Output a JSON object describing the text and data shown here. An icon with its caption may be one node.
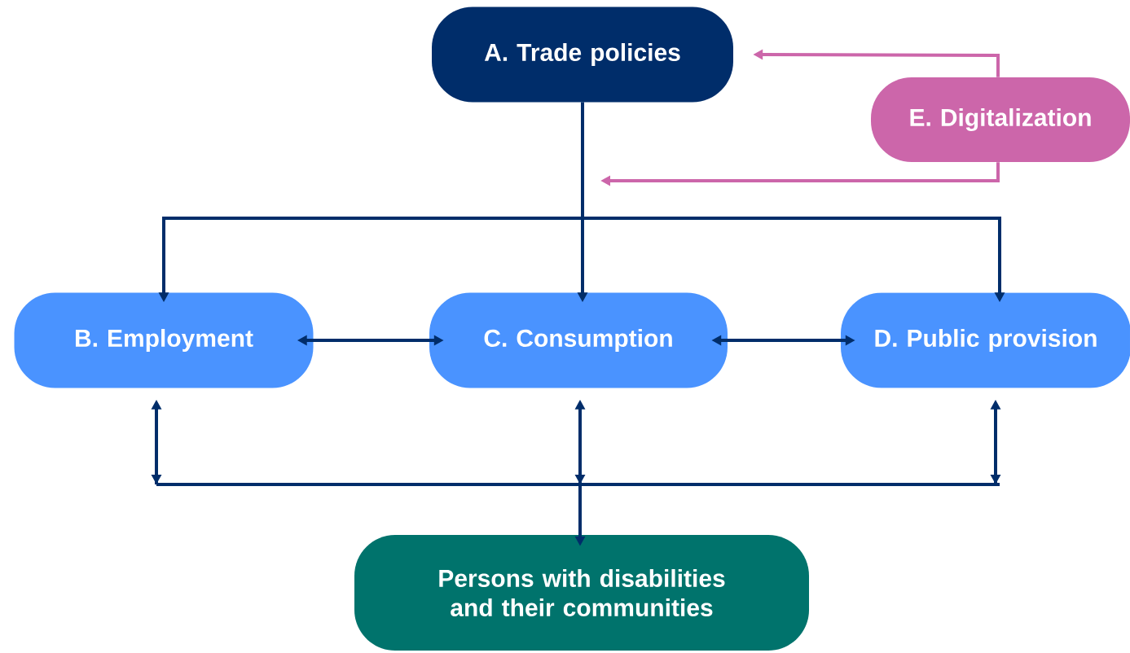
{
  "diagram": {
    "nodes": [
      {
        "text": [
          "A. Trade policies"
        ]
      },
      {
        "text": [
          "E. Digitalization"
        ]
      },
      {
        "text": [
          "B. Employment"
        ]
      },
      {
        "text": [
          "C. Consumption"
        ]
      },
      {
        "text": [
          "D. Public provision"
        ]
      },
      {
        "text": [
          "Persons with disabilities and their communities"
        ]
      }
    ],
    "edges": [
      {
        "from": 0,
        "to": 2,
        "arrow": "to"
      },
      {
        "from": 0,
        "to": 3,
        "arrow": "to"
      },
      {
        "from": 0,
        "to": 4,
        "arrow": "to"
      },
      {
        "from": 1,
        "to": 0,
        "arrow": "to",
        "color": "#cc66aa"
      },
      {
        "from": 1,
        "to": null,
        "arrow": "to",
        "color": "#cc66aa"
      },
      {
        "from": 2,
        "to": 3,
        "arrow": "both"
      },
      {
        "from": 3,
        "to": 4,
        "arrow": "both"
      },
      {
        "from": 2,
        "to": 5,
        "arrow": "both"
      },
      {
        "from": 3,
        "to": 5,
        "arrow": "both"
      },
      {
        "from": 4,
        "to": 5,
        "arrow": "both"
      }
    ]
  }
}
